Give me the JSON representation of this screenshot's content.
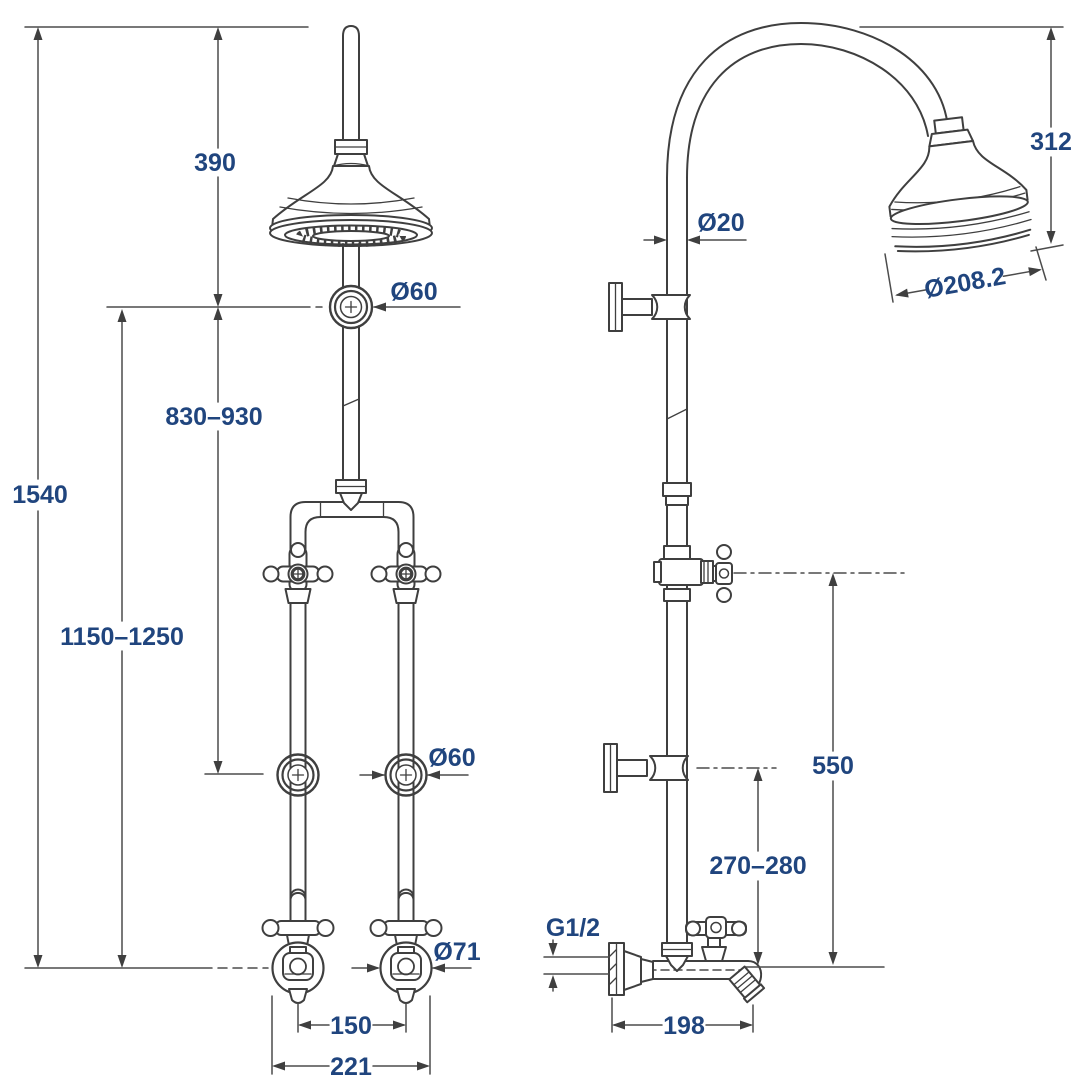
{
  "drawing": {
    "kind": "technical dimension drawing",
    "subject": "exposed shower column with rose head, gooseneck arm and wall-mounted stop taps — front and side elevations",
    "units": "mm",
    "colors": {
      "line": "#3f3f3f",
      "dimension_text": "#20457e",
      "background": "#ffffff"
    }
  },
  "front_view": {
    "overall_height": "1540",
    "head_drop": "390",
    "riser_range": "830–930",
    "rail_range": "1150–1250",
    "upper_bracket_dia": "Ø60",
    "lower_bracket_dia": "Ø60",
    "escutcheon_dia": "Ø71",
    "valve_centres": "150",
    "overall_width": "221"
  },
  "side_view": {
    "arm_drop": "312",
    "pipe_dia": "Ø20",
    "head_dia": "Ø208.2",
    "outlet_height": "550",
    "bracket_range": "270–280",
    "thread": "G1/2",
    "projection": "198"
  }
}
